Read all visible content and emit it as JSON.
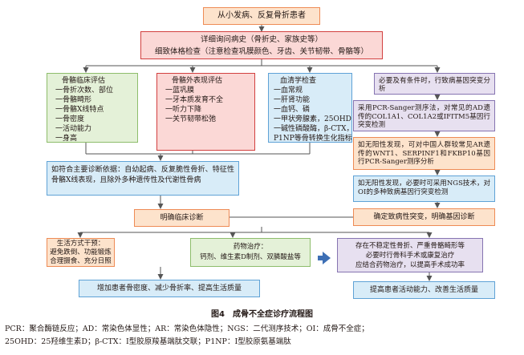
{
  "start": "从小发病、反复骨折患者",
  "history": {
    "line1": "详细询问病史（骨折史、家族史等）",
    "line2": "细致体格检查（注意检查巩膜颜色、牙齿、关节韧带、骨骼等）"
  },
  "skeletal": {
    "title": "骨骼临床评估",
    "items": [
      "一骨折次数、部位",
      "一骨骼畸形",
      "一骨骼X线特点",
      "一骨密度",
      "一活动能力",
      "一身高"
    ]
  },
  "extra_skeletal": {
    "title": "骨骼外表现评估",
    "items": [
      "一蓝巩膜",
      "一牙本质发育不全",
      "一听力下降",
      "一关节韧带松弛"
    ]
  },
  "blood": {
    "title": "血清学检查",
    "items": [
      "一血常规",
      "一肝肾功能",
      "一血钙、磷",
      "一甲状旁腺素，25OHD",
      "一碱性磷酸酶，β-CTX，",
      "P1NP等骨转换生化指标"
    ]
  },
  "genetic": {
    "need": "必要及有条件时，行致病基因突变分析",
    "sanger": "采用PCR-Sanger测序法，对常见的AD遗传的COL1A1、COL1A2或IFITM5基因行突变检测",
    "han": "如无阳性发现，可对中国人群较常见AR遗传的WNT1、SERPINF1和FKBP10基因行PCR-Sanger测序分析",
    "ngs": "如无阳性发现，必要时可采用NGS技术，对OI的多种致病基因行突变检测",
    "confirm": "确定致病性突变，明确基因诊断"
  },
  "criteria": "如符合主要诊断依据：自幼起病、反复脆性骨折、特征性骨骼X线表现，且除外多种遗传性及代谢性骨病",
  "clinical_dx": "明确临床诊断",
  "lifestyle": {
    "title": "生活方式干预：",
    "line1": "避免跌倒、功能锻炼",
    "line2": "合理摄食、充分日照"
  },
  "drug": {
    "title": "药物治疗：",
    "line1": "钙剂、维生素D制剂、双膦酸盐等"
  },
  "surgery": {
    "line1": "存在不稳定性骨折、严重骨骼畸形等",
    "line2": "必要时行骨科手术或康复治疗",
    "line3": "应结合药物治疗，以提高手术成功率"
  },
  "outcome_left": "增加患者骨密度、减少骨折率、提高生活质量",
  "outcome_right": "提高患者活动能力、改善生活质量",
  "caption": "图4　成骨不全症诊疗流程图",
  "abbrev1": "PCR：聚合酶链反应；AD：常染色体显性；AR：常染色体隐性；NGS：二代测序技术；OI：成骨不全症；",
  "abbrev2": "25OHD：25羟维生素D；β-CTX：Ⅰ型胶原羧基端肽交联；P1NP：Ⅰ型胶原氨基端肽"
}
